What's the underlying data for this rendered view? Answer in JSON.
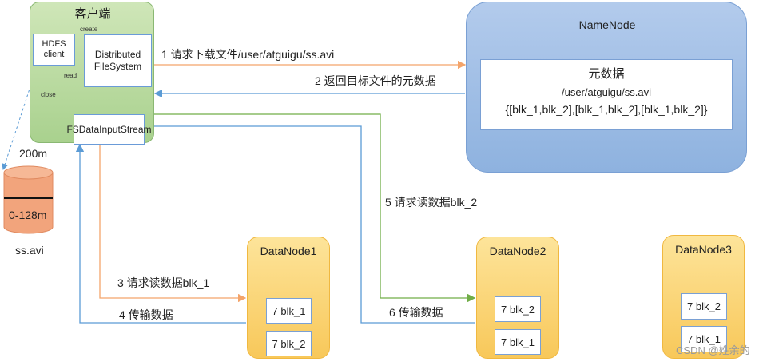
{
  "client": {
    "title": "客户端",
    "hdfs_client": "HDFS client",
    "dfs": "Distributed FileSystem",
    "fsin": "FSDataInputStream",
    "create": "create",
    "read": "read",
    "close": "close"
  },
  "storage": {
    "size_label": "200m",
    "range_label": "0-128m",
    "file_name": "ss.avi"
  },
  "namenode": {
    "title": "NameNode",
    "meta_title": "元数据",
    "meta_path": "/user/atguigu/ss.avi",
    "meta_blocks": "{[blk_1,blk_2],[blk_1,blk_2],[blk_1,blk_2]}"
  },
  "steps": {
    "s1": "1 请求下载文件/user/atguigu/ss.avi",
    "s2": "2 返回目标文件的元数据",
    "s3": "3 请求读数据blk_1",
    "s4": "4 传输数据",
    "s5": "5 请求读数据blk_2",
    "s6": "6 传输数据"
  },
  "datanodes": [
    {
      "title": "DataNode1",
      "blocks": [
        "7 blk_1",
        "7 blk_2"
      ]
    },
    {
      "title": "DataNode2",
      "blocks": [
        "7 blk_2",
        "7 blk_1"
      ]
    },
    {
      "title": "DataNode3",
      "blocks": [
        "7 blk_2",
        "7 blk_1"
      ]
    }
  ],
  "watermark": "CSDN @姓余的",
  "colors": {
    "orange": "#f4a46a",
    "blue": "#5b9bd5",
    "green": "#70ad47"
  }
}
